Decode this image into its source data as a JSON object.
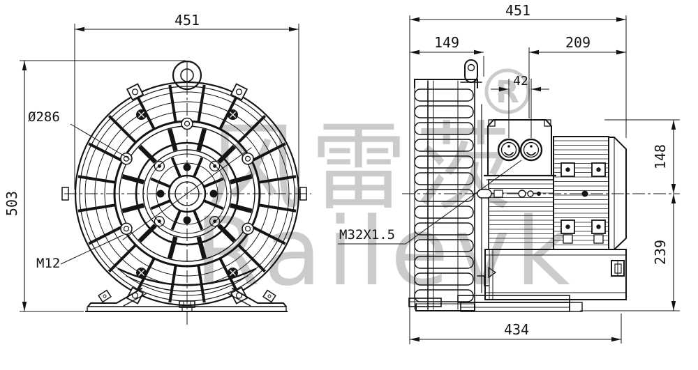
{
  "drawing": {
    "background": "#ffffff",
    "line_color": "#141414",
    "watermark_color": "#cbcbcb"
  },
  "watermark": {
    "chinese": "风雷茨",
    "latin": "Railevk",
    "registered_mark": "R"
  },
  "front_view": {
    "dims": {
      "overall_width": "451",
      "overall_height": "503",
      "guard_diameter": "Ø286",
      "mount_thread": "M12"
    }
  },
  "side_view": {
    "dims": {
      "overall_width": "451",
      "housing_width": "149",
      "motor_length": "209",
      "gland_spacing": "42",
      "height_above_axis": "148",
      "axis_height": "239",
      "base_length": "434",
      "cable_gland_thread": "M32X1.5"
    }
  }
}
